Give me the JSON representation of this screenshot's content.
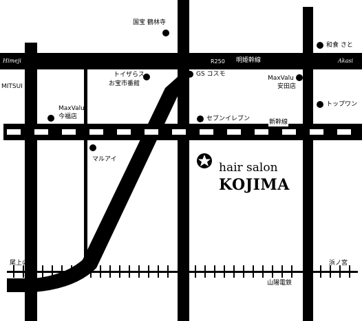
{
  "map": {
    "routes": {
      "r250": "R250",
      "meihi_line": "明姫幹線",
      "west_end": "Himeji",
      "east_end": "Akasi",
      "shinkansen": "新幹線",
      "sanyo": "山陽電鉄"
    },
    "stations": {
      "onoe": "尾上の松",
      "hamanomiya": "浜ノ宮"
    },
    "landmarks": [
      {
        "id": "kakurinji",
        "lines": [
          "国宝 鶴林寺"
        ]
      },
      {
        "id": "washoku",
        "lines": [
          "和食 さと"
        ]
      },
      {
        "id": "mitsui",
        "lines": [
          "MITSUI GS"
        ]
      },
      {
        "id": "toysrus",
        "lines": [
          "トイザらス",
          "お宝市番館"
        ]
      },
      {
        "id": "cosmo",
        "lines": [
          "GS コスモ"
        ]
      },
      {
        "id": "maxvalu_yasuda",
        "lines": [
          "MaxValu",
          "安田店"
        ]
      },
      {
        "id": "topworld",
        "lines": [
          "トップワン"
        ]
      },
      {
        "id": "maxvalu_imafuku",
        "lines": [
          "MaxValu",
          "今福店"
        ]
      },
      {
        "id": "seven",
        "lines": [
          "セブンイレブン"
        ]
      },
      {
        "id": "maruai",
        "lines": [
          "マルアイ"
        ]
      }
    ],
    "salon": {
      "line1": "hair salon",
      "line2": "KOJIMA"
    }
  }
}
